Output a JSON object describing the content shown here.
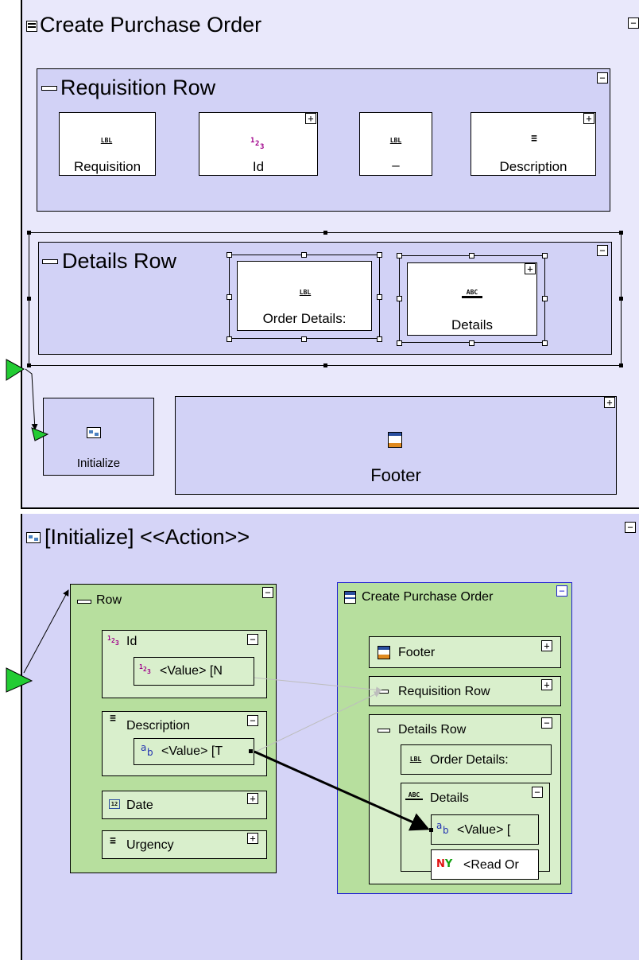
{
  "top_panel": {
    "title": "Create Purchase Order",
    "requisition_row": {
      "title": "Requisition Row",
      "fields": [
        {
          "label": "Requisition",
          "icon": "LBL"
        },
        {
          "label": "Id",
          "icon": "123"
        },
        {
          "label": "–",
          "icon": "LBL"
        },
        {
          "label": "Description",
          "icon": "text-lines"
        }
      ]
    },
    "details_row": {
      "title": "Details Row",
      "fields": [
        {
          "label": "Order Details:",
          "icon": "LBL"
        },
        {
          "label": "Details",
          "icon": "ABC"
        }
      ]
    },
    "initialize": {
      "label": "Initialize",
      "icon": "action"
    },
    "footer": {
      "label": "Footer",
      "icon": "footer"
    }
  },
  "bottom_panel": {
    "title": "[Initialize] <<Action>>",
    "row_group": {
      "title": "Row",
      "items": [
        {
          "label": "Id",
          "child": "<Value> [N"
        },
        {
          "label": "Description",
          "child": "<Value> [T"
        },
        {
          "label": "Date"
        },
        {
          "label": "Urgency"
        }
      ]
    },
    "target_group": {
      "title": "Create Purchase Order",
      "items": {
        "footer": "Footer",
        "requisition_row": "Requisition Row",
        "details_row": "Details Row",
        "order_details": "Order Details:",
        "details": "Details",
        "value": "<Value> [",
        "read_only": "<Read Or"
      }
    }
  },
  "glyphs": {
    "lbl": "LBL",
    "num_sup": "1",
    "num_mid": "2",
    "num_sub": "3",
    "ab_a": "a",
    "ab_b": "b",
    "abc": "ABC",
    "ny_n": "N",
    "ny_y": "Y",
    "desc": "≡",
    "date": "12",
    "minus": "−",
    "plus": "+"
  },
  "colors": {
    "panel": "#e9e8fb",
    "lavender": "#d2d2f6",
    "green": "#b7df9e",
    "light_green": "#d9efcc",
    "selection_blue": "#2020d0",
    "arrow_green": "#22cc33"
  }
}
